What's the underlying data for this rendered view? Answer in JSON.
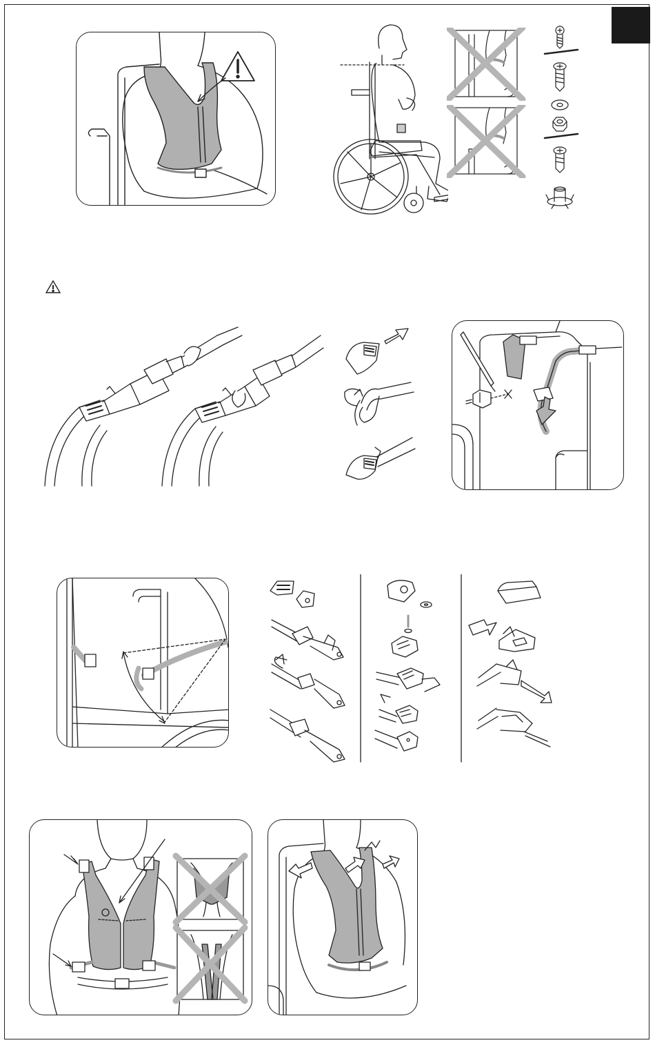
{
  "page": {
    "tab_color": "#1a1a1a",
    "line_color": "#222222",
    "strap_color": "#a9a9a9",
    "cross_color": "#b5b5b5"
  },
  "icons": {
    "warning": "warning-triangle-icon",
    "hazard": "exclamation-triangle-icon",
    "incorrect": "cross-mark-icon",
    "hardware": [
      "screw-icon",
      "washer-icon",
      "nut-icon",
      "tee-nut-icon"
    ]
  },
  "figures": [
    {
      "id": "fig-1",
      "content": "vest-on-seated-user-with-warning"
    },
    {
      "id": "fig-2",
      "content": "wheelchair-side-view-shoulder-height"
    },
    {
      "id": "fig-3",
      "content": "buckle-strap-configurations"
    },
    {
      "id": "fig-4",
      "content": "strap-attachment-steps"
    },
    {
      "id": "fig-5",
      "content": "backrest-mounting"
    },
    {
      "id": "fig-6",
      "content": "strap-angle-on-chair"
    },
    {
      "id": "fig-7",
      "content": "fitting-front-view"
    },
    {
      "id": "fig-8",
      "content": "adjustment-side-view"
    }
  ]
}
